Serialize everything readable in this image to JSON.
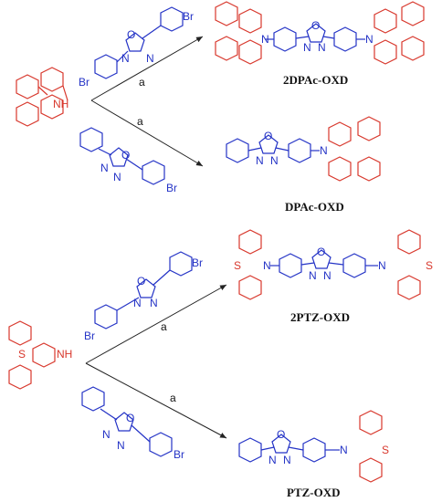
{
  "reagent_label": "a",
  "atoms": {
    "n": "N",
    "nh": "NH",
    "o": "O",
    "s": "S",
    "br": "Br"
  },
  "products": {
    "p1": "2DPAc-OXD",
    "p2": "DPAc-OXD",
    "p3": "2PTZ-OXD",
    "p4": "PTZ-OXD"
  },
  "colors": {
    "donor": "#d8372c",
    "acceptor": "#2433c6",
    "arrow": "#222222"
  }
}
